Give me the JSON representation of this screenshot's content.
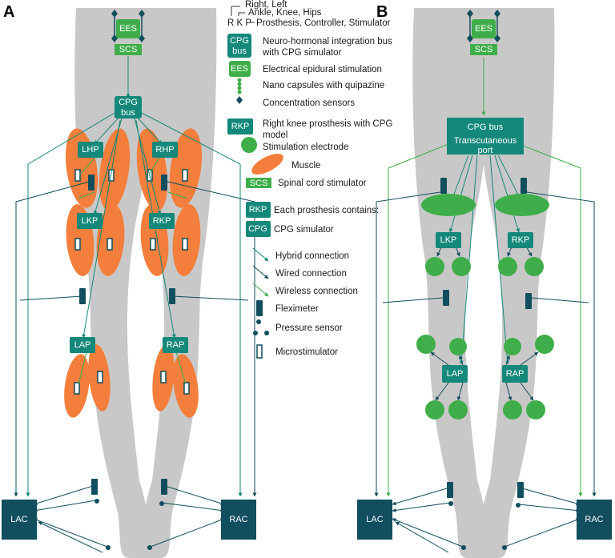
{
  "colors": {
    "teal": "#14887a",
    "green": "#3fae4a",
    "orange": "#f47e3b",
    "dark": "#114e5e",
    "body": "#c8c8c8"
  },
  "panels": {
    "a": "A",
    "b": "B"
  },
  "a": {
    "ees": "EES",
    "scs": "SCS",
    "cpg_l1": "CPG",
    "cpg_l2": "bus",
    "lhp": "LHP",
    "rhp": "RHP",
    "lkp": "LKP",
    "rkp": "RKP",
    "lap": "LAP",
    "rap": "RAP",
    "lac": "LAC",
    "rac": "RAC"
  },
  "b": {
    "ees": "EES",
    "scs": "SCS",
    "cpg_l1": "CPG bus",
    "cpg_l2": "Transcutaneous",
    "cpg_l3": "port",
    "lkp": "LKP",
    "rkp": "RKP",
    "lap": "LAP",
    "rap": "RAP",
    "lac": "LAC",
    "rac": "RAC"
  },
  "legend": {
    "rl": "Right, Left",
    "akh": "Ankle, Knee, Hips",
    "rkp_letters": "R K P",
    "pcs": "Prosthesis, Controller, Stimulator",
    "cpg_box1": "CPG",
    "cpg_box2": "bus",
    "cpg_text1": "Neuro-hormonal integration bus",
    "cpg_text2": "with CPG simulator",
    "ees_box": "EES",
    "ees_text": "Electrical epidural stimulation",
    "nano": "Nano capsules with quipazine",
    "conc": "Concentration sensors",
    "rkp_box": "RKP",
    "rkp_text1": "Right knee prosthesis with CPG",
    "rkp_text2": "model",
    "electrode": "Stimulation electrode",
    "muscle": "Muscle",
    "scs_box": "SCS",
    "scs_text": "Spinal cord stimulator",
    "each_box": "RKP",
    "each_text": "Each prosthesis contains:",
    "cpg_sim_box": "CPG",
    "cpg_sim_text": "CPG simulator",
    "hybrid": "Hybrid connection",
    "wired": "Wired connection",
    "wireless": "Wireless connection",
    "flex": "Fleximeter",
    "pressure": "Pressure sensor",
    "micro": "Microstimulator"
  }
}
